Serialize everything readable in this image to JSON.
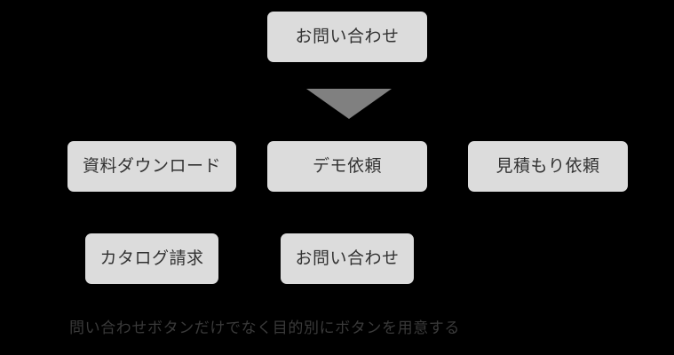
{
  "diagram": {
    "background_color": "#000000",
    "node_fill_color": "#dcdcdc",
    "node_text_color": "#333333",
    "arrow_color": "#808080",
    "caption_color": "#3a3a3a",
    "root": {
      "label": "お問い合わせ"
    },
    "connector": {
      "icon": "triangle-down-icon",
      "direction": "down"
    },
    "row1": [
      {
        "label": "資料ダウンロード"
      },
      {
        "label": "デモ依頼"
      },
      {
        "label": "見積もり依頼"
      }
    ],
    "row2": [
      {
        "label": "カタログ請求"
      },
      {
        "label": "お問い合わせ"
      }
    ],
    "caption": "問い合わせボタンだけでなく目的別にボタンを用意する"
  }
}
